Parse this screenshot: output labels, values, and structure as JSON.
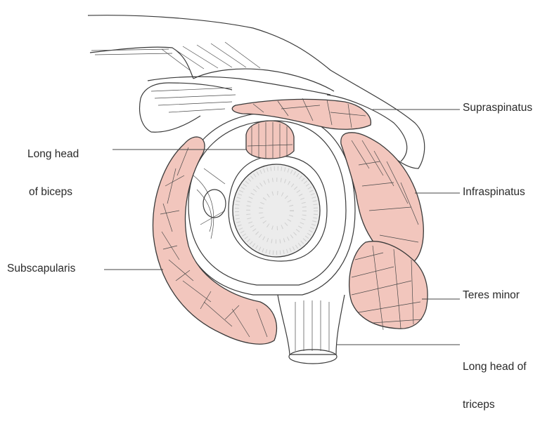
{
  "colors": {
    "muscle": "#f2c6bd",
    "ink": "#3a3a3a",
    "background": "#ffffff"
  },
  "labels": {
    "supraspinatus": "Supraspinatus",
    "biceps_line1": "Long head",
    "biceps_line2": "of biceps",
    "infraspinatus": "Infraspinatus",
    "subscapularis": "Subscapularis",
    "teres_minor": "Teres minor",
    "triceps_line1": "Long head of",
    "triceps_line2": "triceps"
  }
}
